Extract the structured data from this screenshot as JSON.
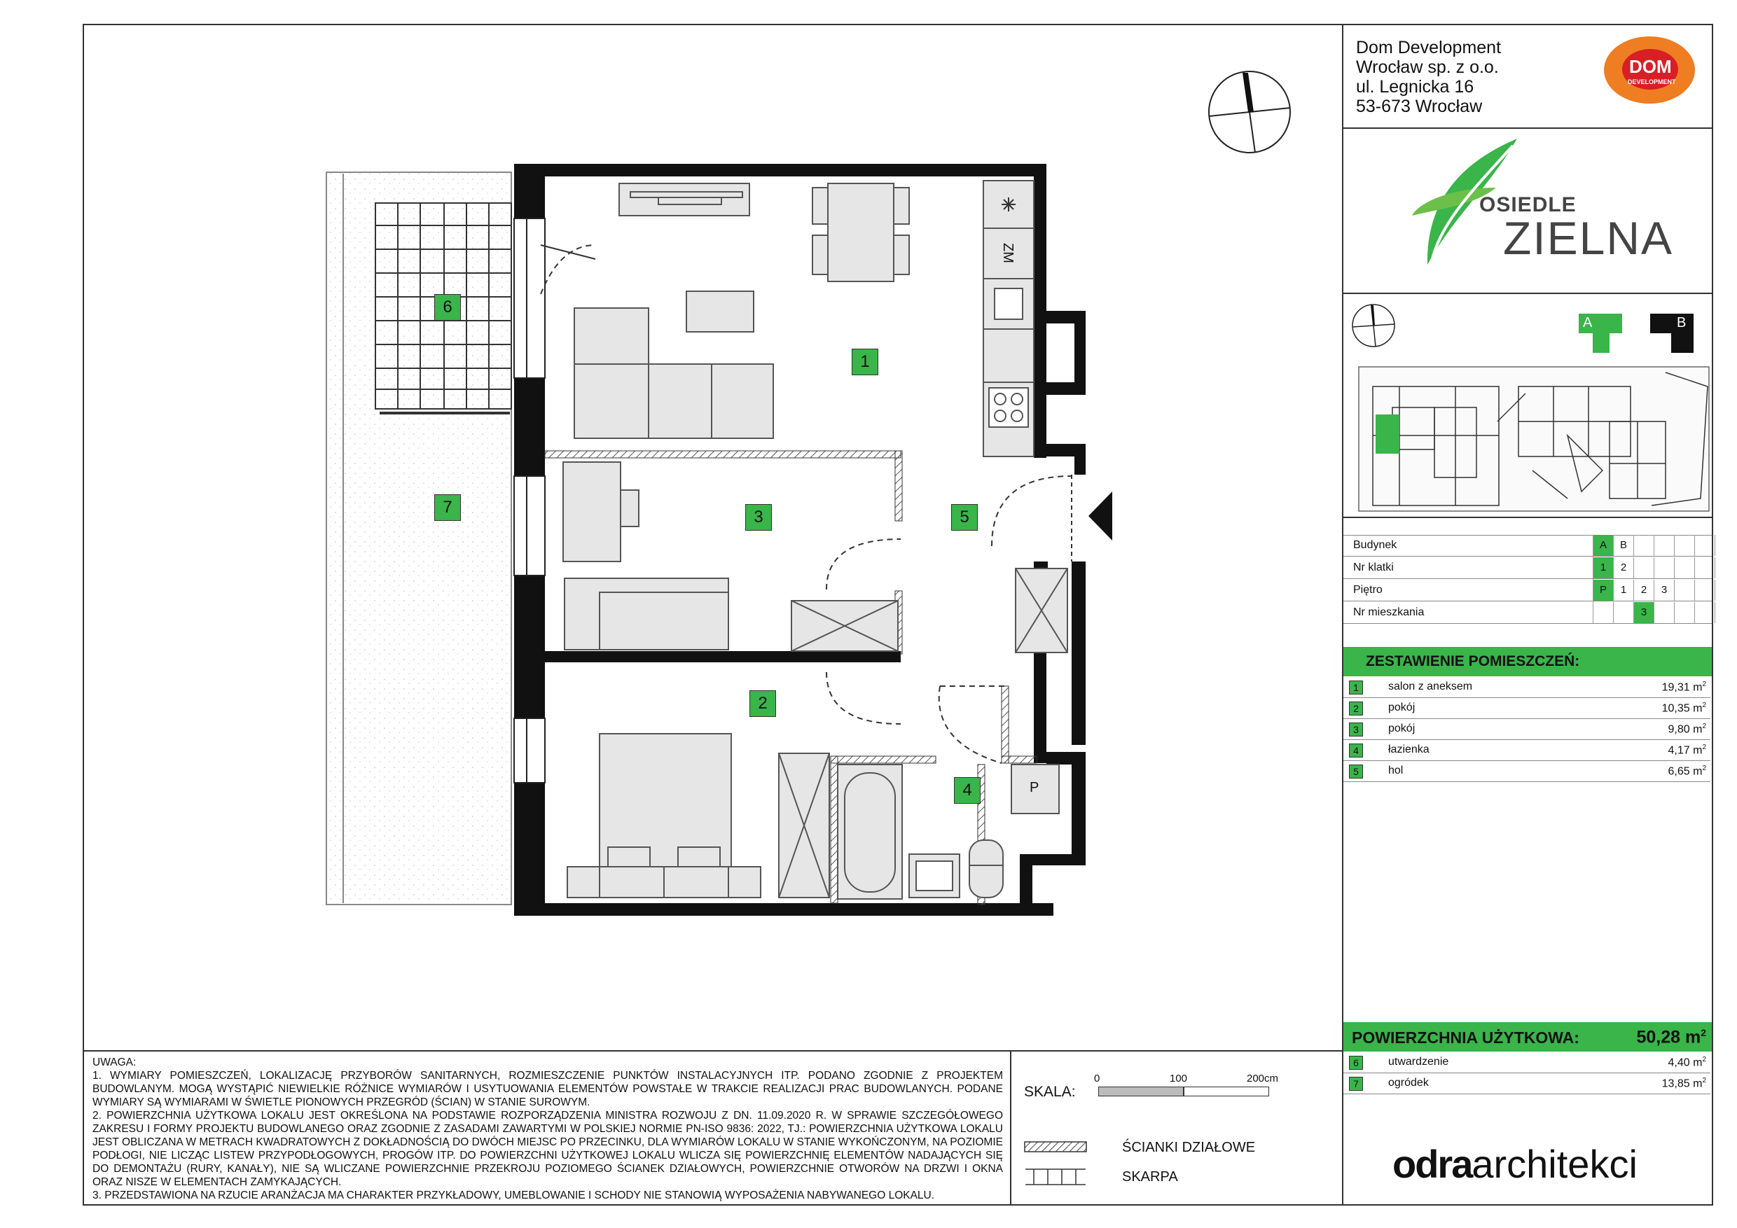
{
  "developer": {
    "lines": [
      "Dom Development",
      "Wrocław sp. z o.o.",
      "ul. Legnicka 16",
      "53-673 Wrocław"
    ],
    "logo_text": "DOM",
    "logo_sub": "DEVELOPMENT"
  },
  "project_logo": {
    "line1": "OSIEDLE",
    "line2": "ZIELNA"
  },
  "buildings_key": {
    "a": "A",
    "b": "B"
  },
  "info_table": {
    "rows": [
      {
        "label": "Budynek",
        "cells": [
          "A",
          "B",
          "",
          "",
          "",
          ""
        ],
        "highlight": [
          0
        ]
      },
      {
        "label": "Nr klatki",
        "cells": [
          "1",
          "2",
          "",
          "",
          "",
          ""
        ],
        "highlight": [
          0
        ]
      },
      {
        "label": "Piętro",
        "cells": [
          "P",
          "1",
          "2",
          "3",
          "",
          ""
        ],
        "highlight": [
          0
        ]
      },
      {
        "label": "Nr mieszkania",
        "cells": [
          "",
          "",
          "3",
          "",
          "",
          ""
        ],
        "highlight": [
          2
        ]
      }
    ]
  },
  "rooms_header": "ZESTAWIENIE POMIESZCZEŃ:",
  "rooms": [
    {
      "num": "1",
      "name": "salon z aneksem",
      "area": "19,31 m",
      "sup": "2"
    },
    {
      "num": "2",
      "name": "pokój",
      "area": "10,35 m",
      "sup": "2"
    },
    {
      "num": "3",
      "name": "pokój",
      "area": "9,80 m",
      "sup": "2"
    },
    {
      "num": "4",
      "name": "łazienka",
      "area": "4,17 m",
      "sup": "2"
    },
    {
      "num": "5",
      "name": "hol",
      "area": "6,65 m",
      "sup": "2"
    }
  ],
  "total": {
    "label": "POWIERZCHNIA UŻYTKOWA:",
    "value": "50,28 m",
    "sup": "2"
  },
  "extra_rooms": [
    {
      "num": "6",
      "name": "utwardzenie",
      "area": "4,40 m",
      "sup": "2"
    },
    {
      "num": "7",
      "name": "ogródek",
      "area": "13,85 m",
      "sup": "2"
    }
  ],
  "scale": {
    "label": "SKALA:",
    "ticks": [
      "0",
      "100",
      "200cm"
    ]
  },
  "legend": [
    {
      "label": "ŚCIANKI DZIAŁOWE"
    },
    {
      "label": "SKARPA"
    }
  ],
  "architect": {
    "bold": "odra",
    "light": "architekci"
  },
  "notes": {
    "title": "UWAGA:",
    "items": [
      "1.  WYMIARY POMIESZCZEŃ, LOKALIZACJĘ PRZYBORÓW SANITARNYCH, ROZMIESZCZENIE PUNKTÓW INSTALACYJNYCH ITP. PODANO ZGODNIE Z PROJEKTEM BUDOWLANYM. MOGĄ WYSTĄPIĆ NIEWIELKIE RÓŻNICE WYMIARÓW I USYTUOWANIA ELEMENTÓW POWSTAŁE W TRAKCIE REALIZACJI PRAC BUDOWLANYCH. PODANE WYMIARY SĄ WYMIARAMI W ŚWIETLE PIONOWYCH PRZEGRÓD (ŚCIAN) W STANIE SUROWYM.",
      "2.  POWIERZCHNIA UŻYTKOWA LOKALU JEST OKREŚLONA NA PODSTAWIE ROZPORZĄDZENIA MINISTRA ROZWOJU Z DN. 11.09.2020 R. W SPRAWIE SZCZEGÓŁOWEGO ZAKRESU I FORMY PROJEKTU BUDOWLANEGO ORAZ ZGODNIE Z ZASADAMI ZAWARTYMI W POLSKIEJ NORMIE PN-ISO 9836: 2022, TJ.: POWIERZCHNIA UŻYTKOWA LOKALU JEST OBLICZANA W METRACH KWADRATOWYCH Z DOKŁADNOŚCIĄ DO DWÓCH MIEJSC PO PRZECINKU, DLA WYMIARÓW LOKALU W STANIE WYKOŃCZONYM, NA POZIOMIE PODŁOGI, NIE LICZĄC LISTEW PRZYPODŁOGOWYCH, PROGÓW ITP. DO POWIERZCHNI UŻYTKOWEJ LOKALU WLICZA SIĘ POWIERZCHNIĘ ELEMENTÓW NADAJĄCYCH SIĘ DO DEMONTAŻU (RURY, KANAŁY), NIE SĄ WLICZANE POWIERZCHNIE PRZEKROJU POZIOMEGO ŚCIANEK DZIAŁOWYCH, POWIERZCHNIE OTWORÓW NA DRZWI I OKNA ORAZ NISZE W ELEMENTACH ZAMYKAJĄCYCH.",
      "3.  PRZEDSTAWIONA NA RZUCIE ARANŻACJA MA CHARAKTER PRZYKŁADOWY, UMEBLOWANIE I SCHODY NIE STANOWIĄ WYPOSAŻENIA NABYWANEGO LOKALU."
    ]
  },
  "plan_labels": {
    "r1": "1",
    "r2": "2",
    "r3": "3",
    "r4": "4",
    "r5": "5",
    "r6": "6",
    "r7": "7",
    "zm": "ZM",
    "p": "P"
  },
  "colors": {
    "accent": "#39b54a",
    "wall": "#111111",
    "furniture": "#e6e6e6"
  }
}
